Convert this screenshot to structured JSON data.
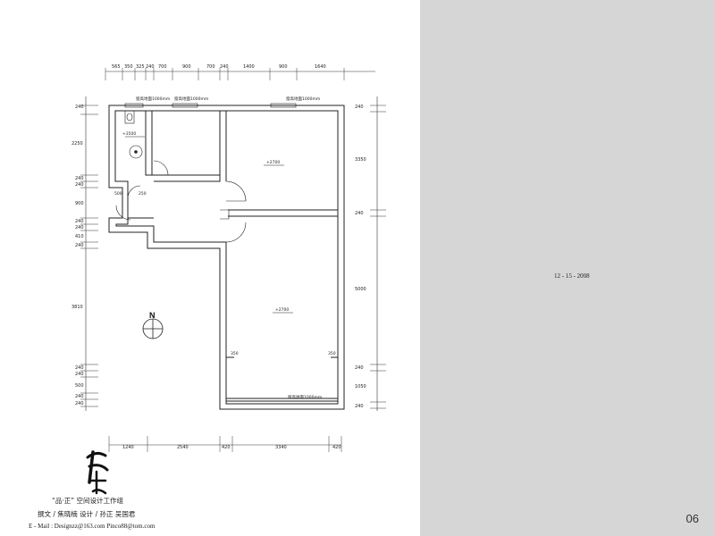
{
  "top_dimensions": [
    "565",
    "350",
    "325",
    "240",
    "700",
    "900",
    "700",
    "240",
    "1400",
    "900",
    "1640"
  ],
  "bottom_dimensions": [
    "1240",
    "2540",
    "420",
    "3340",
    "420"
  ],
  "left_dimensions": [
    "240",
    "2250",
    "240",
    "240",
    "900",
    "240",
    "240",
    "410",
    "240",
    "3810",
    "240",
    "240",
    "500",
    "240",
    "240"
  ],
  "right_dimensions": [
    "240",
    "3350",
    "240",
    "5000",
    "240",
    "1050",
    "240"
  ],
  "room_labels": {
    "bath_level": "+3500",
    "upper_room_level": "+2700",
    "lower_room_level": "+2700",
    "door_500": "500",
    "door_250": "250",
    "wall_350_left": "350",
    "wall_350_right": "350"
  },
  "window_labels": {
    "window_1": "窗高地面1000mm",
    "window_2": "窗高地面1000mm",
    "window_3": "窗高地面1000mm",
    "window_4": "窗高地面1000mm"
  },
  "north_label": "N",
  "credits": {
    "studio": "“品·正”   空间设计工作组",
    "authors": "撰文 / 焦晓楠      设计 / 孙正  吴国君",
    "email": "E - Mail : Designzz@163.com   Pinco88@tom.com"
  },
  "date": "12 - 15 - 2008",
  "page_number": "06"
}
